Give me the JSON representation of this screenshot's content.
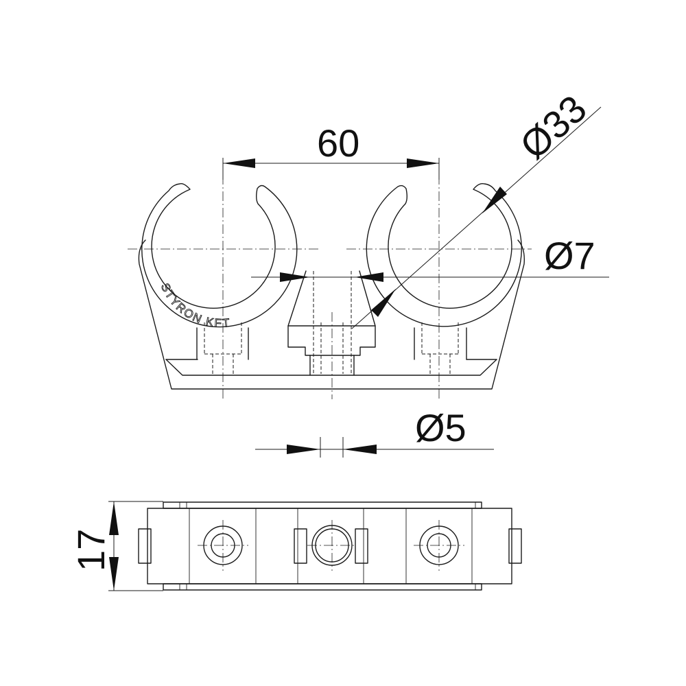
{
  "dimensions": {
    "center_distance": "60",
    "pipe_diameter": "Ø33",
    "screw_hole_diameter": "Ø7",
    "pin_diameter": "Ø5",
    "height": "17"
  },
  "embossed_text": "STYRON KFT",
  "colors": {
    "line": "#1a1a1a",
    "background": "#ffffff"
  }
}
